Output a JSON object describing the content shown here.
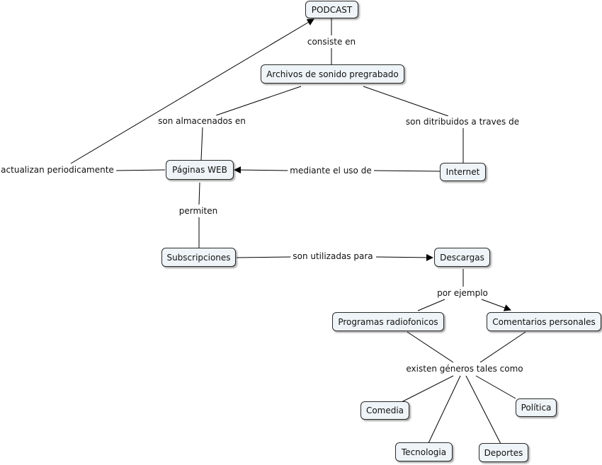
{
  "concepts": {
    "podcast": "PODCAST",
    "archivos": "Archivos de sonido pregrabado",
    "paginas": "Páginas WEB",
    "internet": "Internet",
    "subscripciones": "Subscripciones",
    "descargas": "Descargas",
    "programas": "Programas radiofonicos",
    "comentarios": "Comentarios personales",
    "comedia": "Comedia",
    "politica": "Política",
    "tecnologia": "Tecnologia",
    "deportes": "Deportes"
  },
  "links": {
    "consiste": "consiste en",
    "almacenados": "son almacenados en",
    "distribuidos": "son ditribuidos a traves de",
    "actualizan": "actualizan periodicamente",
    "mediante": "mediante el uso de",
    "permiten": "permiten",
    "utilizadas": "son utilizadas para",
    "ejemplo": "por ejemplo",
    "generos": "existen géneros tales como"
  },
  "colors": {
    "node_fill": "#eef4f7",
    "line": "#000000"
  }
}
